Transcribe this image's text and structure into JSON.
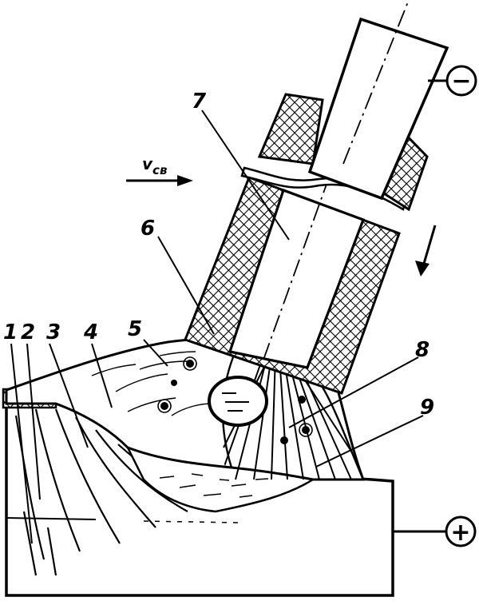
{
  "labels": {
    "l1": "1",
    "l2": "2",
    "l3": "3",
    "l4": "4",
    "l5": "5",
    "l6": "6",
    "l7": "7",
    "l8": "8",
    "l9": "9"
  },
  "velocity": {
    "text": "v",
    "sub": "св"
  },
  "polarity": {
    "electrode": "−",
    "workpiece": "+"
  },
  "colors": {
    "ink": "#000000",
    "paper": "#ffffff"
  }
}
